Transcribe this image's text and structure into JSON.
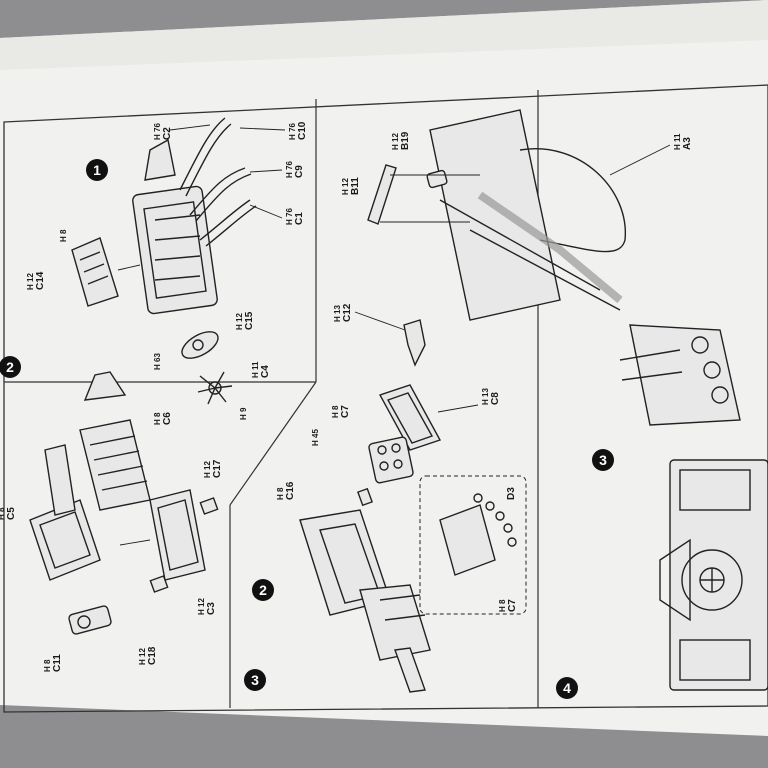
{
  "sheet": {
    "paper_color": "#f1f1ef",
    "table_color": "#8e8e90",
    "line_color": "#222222"
  },
  "steps": {
    "top_left": "2",
    "top_right": "1",
    "middle_left": "3",
    "middle_right": "2",
    "bottom_left": "4",
    "bottom_right": "3"
  },
  "labels": {
    "c2": {
      "ref": "H 76",
      "part": "C2"
    },
    "c10": {
      "ref": "H 76",
      "part": "C10"
    },
    "c9": {
      "ref": "H 76",
      "part": "C9"
    },
    "c1": {
      "ref": "H 76",
      "part": "C1"
    },
    "c14": {
      "ref": "H 12",
      "part": "C14"
    },
    "h8_small": {
      "ref": "H 8",
      "part": ""
    },
    "c15": {
      "ref": "H 12",
      "part": "C15"
    },
    "h63": {
      "ref": "H 63",
      "part": ""
    },
    "c4": {
      "ref": "H 11",
      "part": "C4"
    },
    "h9": {
      "ref": "H 9",
      "part": ""
    },
    "c6": {
      "ref": "H 8",
      "part": "C6"
    },
    "c17": {
      "ref": "H 12",
      "part": "C17"
    },
    "c3": {
      "ref": "H 12",
      "part": "C3"
    },
    "c18": {
      "ref": "H 12",
      "part": "C18"
    },
    "c11": {
      "ref": "H 8",
      "part": "C11"
    },
    "c5": {
      "ref": "H 8",
      "part": "C5"
    },
    "b19": {
      "ref": "H 12",
      "part": "B19"
    },
    "b11": {
      "ref": "H 12",
      "part": "B11"
    },
    "a3": {
      "ref": "H 11",
      "part": "A3"
    },
    "c12": {
      "ref": "H 13",
      "part": "C12"
    },
    "c8": {
      "ref": "H 13",
      "part": "C8"
    },
    "c7": {
      "ref": "H 8",
      "part": "C7"
    },
    "h45": {
      "ref": "H 45",
      "part": ""
    },
    "c16": {
      "ref": "H 8",
      "part": "C16"
    },
    "d3": {
      "ref": "",
      "part": "D3"
    },
    "c7b": {
      "ref": "H 8",
      "part": "C7"
    }
  }
}
